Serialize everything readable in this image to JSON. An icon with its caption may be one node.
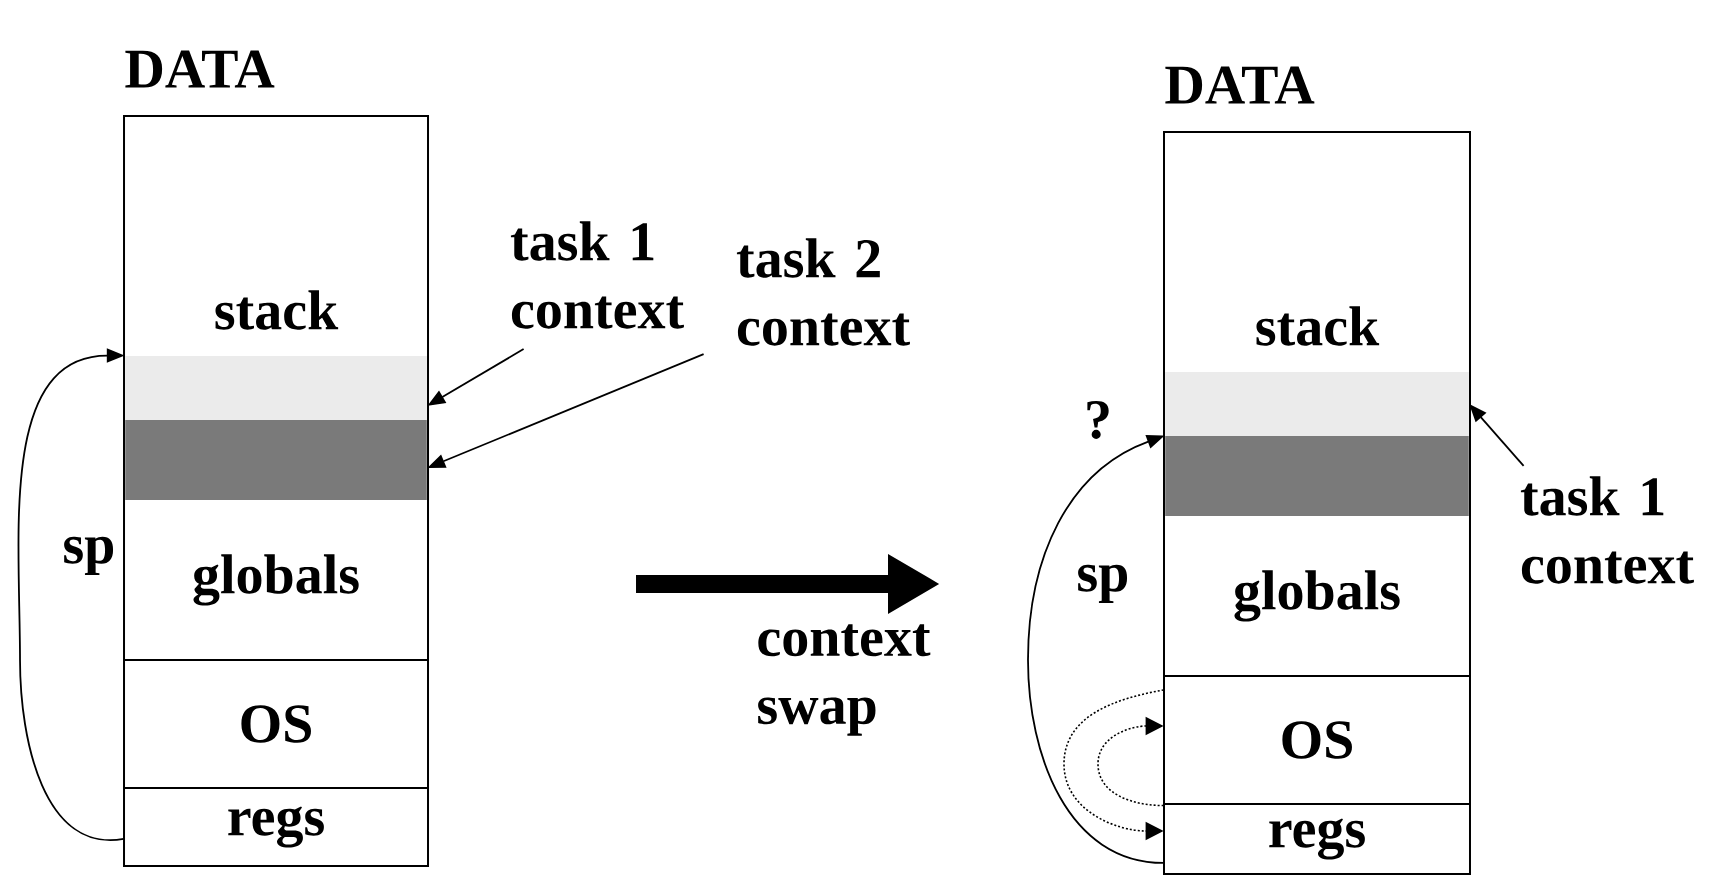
{
  "diagram": {
    "nodes": [
      {
        "text": [
          "DATA"
        ]
      },
      {
        "text": [
          "stack"
        ],
        "in": 0
      },
      {
        "text": [],
        "shape": "bar",
        "in": 0
      },
      {
        "text": [],
        "shape": "bar",
        "in": 0
      },
      {
        "text": [
          "globals"
        ],
        "in": 0
      },
      {
        "text": [
          "OS"
        ],
        "in": 0
      },
      {
        "text": [
          "regs"
        ],
        "in": 0
      },
      {
        "text": [
          "task 1 context"
        ]
      },
      {
        "text": [
          "task 2 context"
        ]
      },
      {
        "text": [
          "DATA"
        ]
      },
      {
        "text": [
          "stack"
        ],
        "in": 9
      },
      {
        "text": [],
        "shape": "bar",
        "in": 9
      },
      {
        "text": [],
        "shape": "bar",
        "in": 9
      },
      {
        "text": [
          "globals"
        ],
        "in": 9
      },
      {
        "text": [
          "OS"
        ],
        "in": 9
      },
      {
        "text": [
          "regs"
        ],
        "in": 9
      },
      {
        "text": [
          "task 1 context"
        ]
      }
    ],
    "edges": [
      {
        "from": 7,
        "to": 2,
        "arrow": "to"
      },
      {
        "from": 8,
        "to": 3,
        "arrow": "to"
      },
      {
        "from": 6,
        "to": 2,
        "arrow": "to",
        "label": "sp"
      },
      {
        "from": 16,
        "to": 11,
        "arrow": "to"
      },
      {
        "from": 15,
        "to": 12,
        "arrow": "to",
        "label": "sp"
      },
      {
        "from": 14,
        "to": 15,
        "arrow": "to",
        "style": "dashed"
      },
      {
        "from": 15,
        "to": 14,
        "arrow": "to",
        "style": "dashed"
      }
    ],
    "labels": [
      "context swap",
      "?"
    ]
  }
}
